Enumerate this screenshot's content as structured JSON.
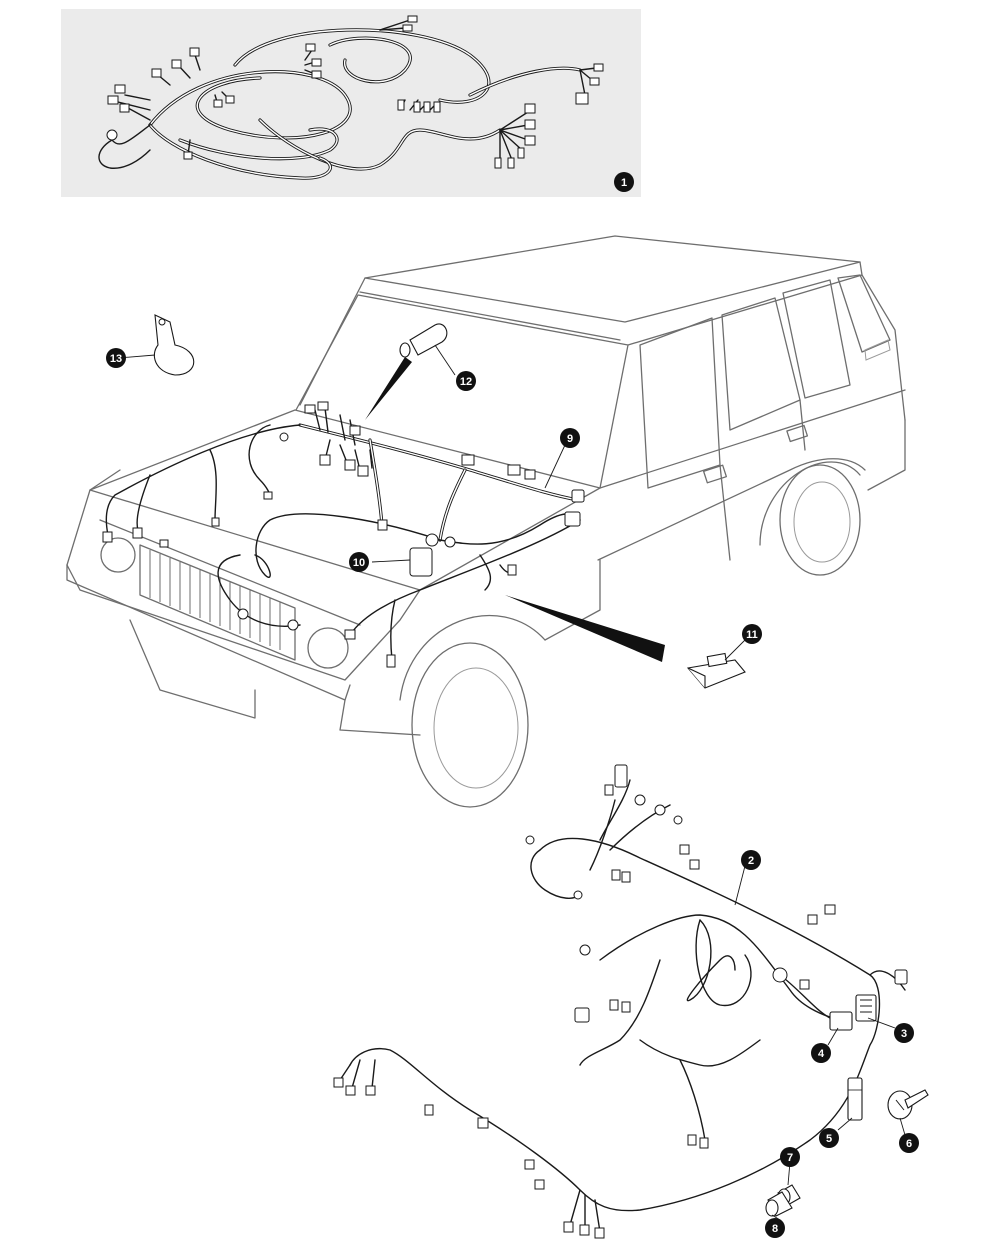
{
  "diagram": {
    "panel_background": "#ebebeb",
    "callout_fill": "#111111",
    "callouts": [
      {
        "id": "1",
        "label": "1"
      },
      {
        "id": "2",
        "label": "2"
      },
      {
        "id": "3",
        "label": "3"
      },
      {
        "id": "4",
        "label": "4"
      },
      {
        "id": "5",
        "label": "5"
      },
      {
        "id": "6",
        "label": "6"
      },
      {
        "id": "7",
        "label": "7"
      },
      {
        "id": "8",
        "label": "8"
      },
      {
        "id": "9",
        "label": "9"
      },
      {
        "id": "10",
        "label": "10"
      },
      {
        "id": "11",
        "label": "11"
      },
      {
        "id": "12",
        "label": "12"
      },
      {
        "id": "13",
        "label": "13"
      }
    ]
  }
}
